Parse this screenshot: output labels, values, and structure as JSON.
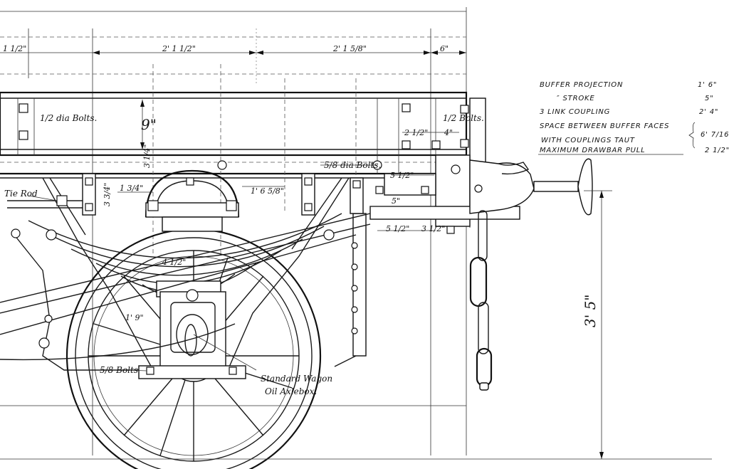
{
  "top_dimensions": {
    "d1": "1 1/2\"",
    "d2": "2' 1 1/2\"",
    "d3": "2' 1 5/8\"",
    "d4": "6\""
  },
  "spec_table": {
    "rows": [
      {
        "label": "BUFFER PROJECTION",
        "value": "1' 6\""
      },
      {
        "label": "″  STROKE",
        "value": "5\""
      },
      {
        "label": "3 LINK COUPLING",
        "value": "2' 4\""
      },
      {
        "label": "SPACE BETWEEN BUFFER FACES",
        "value": ""
      },
      {
        "label": "WITH COUPLINGS TAUT",
        "value": "6' 7/16\""
      },
      {
        "label": "MAXIMUM DRAWBAR PULL",
        "value": "2 1/2\""
      }
    ]
  },
  "annotations": {
    "dia_bolts_left": "1/2 dia Bolts.",
    "dia_bolts_mid": "5/8 dia Bolts.",
    "bolts_right": "1/2 Bolts.",
    "tie_rod": "Tie Rod",
    "bolts_lower": "5/8 Bolts",
    "axlebox_line1": "Standard Wagon",
    "axlebox_line2": "Oil Axlebox.",
    "height_9": "9\"",
    "height_3_5": "3' 5\"",
    "dim_1_3_4": "1 3/4\"",
    "dim_1_6_5_8": "1' 6 5/8\"",
    "dim_5_1_2": "5 1/2\"",
    "dim_5": "5\"",
    "dim_3_1_2": "3 1/2\"",
    "dim_4": "4\"",
    "dim_2_1_2": "2 1/2\"",
    "dim_3_3_4": "3 3/4\"",
    "dim_4_1_2": "4 1/2\"",
    "dim_1_9": "1' 9\"",
    "dim_3_1_4": "3 1/4\""
  }
}
